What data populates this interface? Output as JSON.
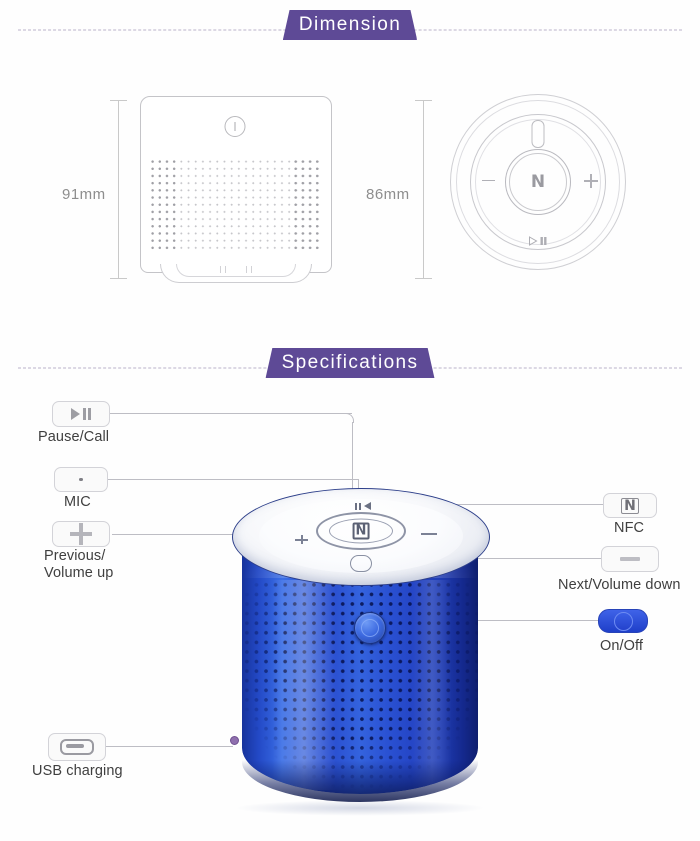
{
  "sections": {
    "dimension": {
      "banner_label": "Dimension",
      "height_label": "91mm",
      "width_label": "86mm",
      "side_view_name": "speaker-side-view",
      "top_view_name": "speaker-top-view",
      "top_view_icons": {
        "center": "N",
        "minus": "−",
        "play_pause": "▶▐▐"
      }
    },
    "specifications": {
      "banner_label": "Specifications",
      "callouts_left": [
        {
          "label": "Pause/Call",
          "icon": "play-pause-icon"
        },
        {
          "label": "MIC",
          "icon": "mic-dot-icon"
        },
        {
          "label": "Previous/\nVolume up",
          "line1": "Previous/",
          "line2": "Volume up",
          "icon": "plus-icon"
        },
        {
          "label": "USB charging",
          "icon": "usb-port-icon"
        }
      ],
      "callouts_right": [
        {
          "label": "NFC",
          "icon": "nfc-icon",
          "glyph": "N"
        },
        {
          "label": "Next/Volume down",
          "icon": "minus-icon"
        },
        {
          "label": "On/Off",
          "icon": "power-toggle-icon"
        }
      ],
      "product_name": "bluetooth-speaker-photo",
      "product_markings": {
        "nfc": "N",
        "plus": "+",
        "minus": "−"
      }
    }
  },
  "colors": {
    "banner_purple": "#5e4a96",
    "dash_line": "#b9b2c9",
    "text_dark": "#3f3f3f",
    "dim_text": "#8e8e8e",
    "leader_line": "#bdbdc4",
    "product_blue": "#2a4fd0",
    "toggle_blue": "#2743b8",
    "usb_dot_purple": "#8f6fae"
  }
}
